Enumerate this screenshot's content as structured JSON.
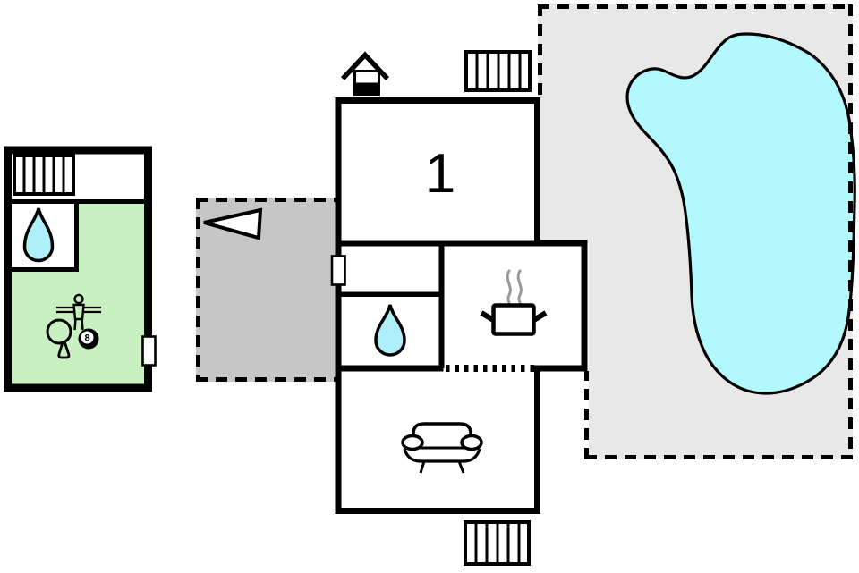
{
  "meta": {
    "type": "floor-plan",
    "description": "Vacation home floor plan with one room, kitchen, bathroom, living room, annex with games room, gravel terrace and garden with pond"
  },
  "labels": {
    "room": "1",
    "billiard_ball": "8"
  },
  "colors": {
    "background": "#ffffff",
    "wall": "#000000",
    "annex_floor": "#c9f0c0",
    "terrace": "#c6c6c6",
    "garden": "#e8e8e8",
    "pond": "#b2f8fc",
    "water": "#aeeffa",
    "steam": "#9a9a9a"
  },
  "icons": {
    "main_house": [
      "entrance-house-icon",
      "stairs-icon-top",
      "cooking-pot-icon",
      "water-drop-icon",
      "sofa-icon",
      "stairs-icon-bottom",
      "door-icon"
    ],
    "annex": [
      "stairs-icon",
      "water-drop-icon",
      "foosball-player-icon",
      "table-tennis-paddle-icon",
      "billiard-eight-ball-icon",
      "door-icon"
    ],
    "terrace": [
      "entrance-arrow-icon"
    ],
    "garden": [
      "pond-shape"
    ]
  }
}
